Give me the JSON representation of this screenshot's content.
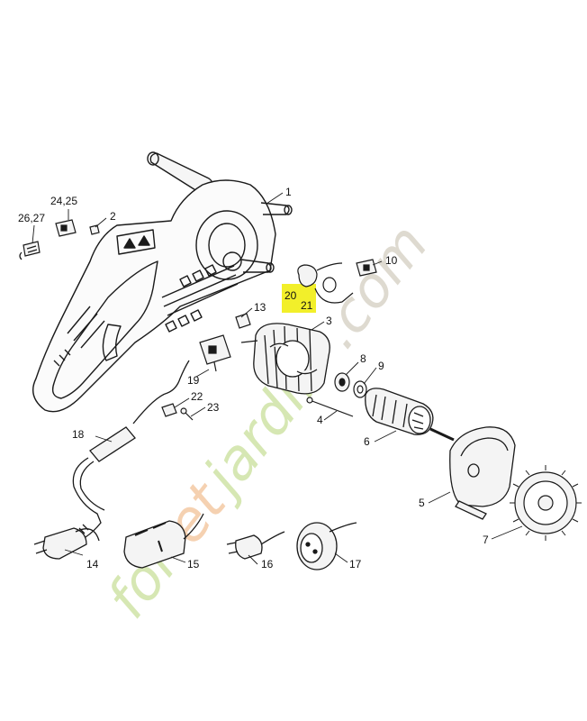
{
  "diagram": {
    "colors": {
      "line": "#1a1a1a",
      "highlight": "#f2ef2a",
      "watermark_green": "#cfe3a6",
      "watermark_orange": "#f4c9a4",
      "watermark_grey": "#d9d4c8"
    },
    "callouts": {
      "c1": "1",
      "c2": "2",
      "c3": "3",
      "c4": "4",
      "c5": "5",
      "c6": "6",
      "c7": "7",
      "c8": "8",
      "c9": "9",
      "c10": "10",
      "c13": "13",
      "c14": "14",
      "c15": "15",
      "c16": "16",
      "c17": "17",
      "c18": "18",
      "c19": "19",
      "c20": "20",
      "c21": "21",
      "c22": "22",
      "c23": "23",
      "c2425": "24,25",
      "c2627": "26,27"
    },
    "watermark": {
      "part1": "for",
      "part2": "et",
      "part3": "jardin",
      "part4": ".com"
    }
  }
}
